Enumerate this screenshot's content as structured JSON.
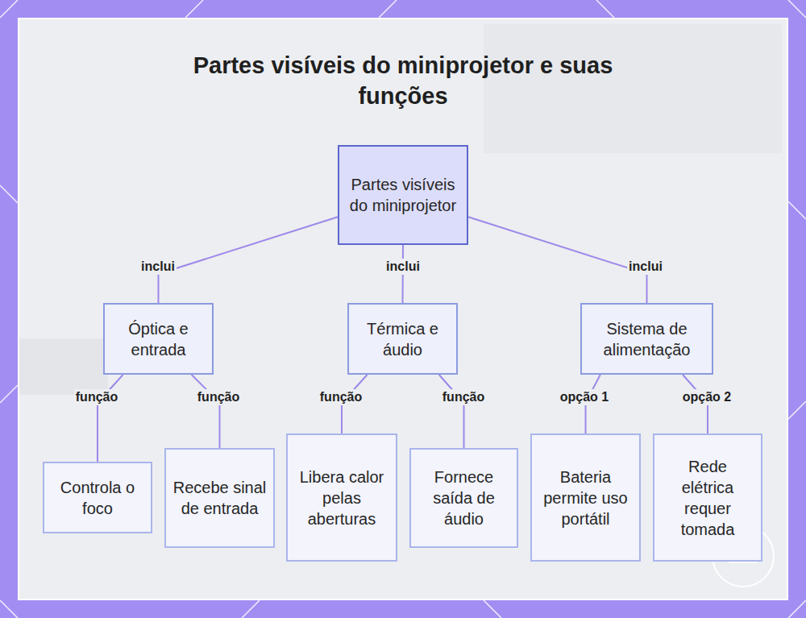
{
  "diagram": {
    "title": "Partes visíveis do miniprojetor e suas funções",
    "nodes": [
      {
        "text": [
          "Partes visíveis do miniprojetor"
        ]
      },
      {
        "text": [
          "Óptica e entrada"
        ]
      },
      {
        "text": [
          "Térmica e áudio"
        ]
      },
      {
        "text": [
          "Sistema de alimentação"
        ]
      },
      {
        "text": [
          "Controla o foco"
        ]
      },
      {
        "text": [
          "Recebe sinal de entrada"
        ]
      },
      {
        "text": [
          "Libera calor pelas aberturas"
        ]
      },
      {
        "text": [
          "Fornece saída de áudio"
        ]
      },
      {
        "text": [
          "Bateria permite uso portátil"
        ]
      },
      {
        "text": [
          "Rede elétrica requer tomada"
        ]
      }
    ],
    "edges": [
      {
        "from": 0,
        "to": 1,
        "label": "inclui",
        "arrow": "none"
      },
      {
        "from": 0,
        "to": 2,
        "label": "inclui",
        "arrow": "none"
      },
      {
        "from": 0,
        "to": 3,
        "label": "inclui",
        "arrow": "none"
      },
      {
        "from": 1,
        "to": 4,
        "label": "função",
        "arrow": "none"
      },
      {
        "from": 1,
        "to": 5,
        "label": "função",
        "arrow": "none"
      },
      {
        "from": 2,
        "to": 6,
        "label": "função",
        "arrow": "none"
      },
      {
        "from": 2,
        "to": 7,
        "label": "função",
        "arrow": "none"
      },
      {
        "from": 3,
        "to": 8,
        "label": "opção 1",
        "arrow": "none"
      },
      {
        "from": 3,
        "to": 9,
        "label": "opção 2",
        "arrow": "none"
      }
    ]
  }
}
